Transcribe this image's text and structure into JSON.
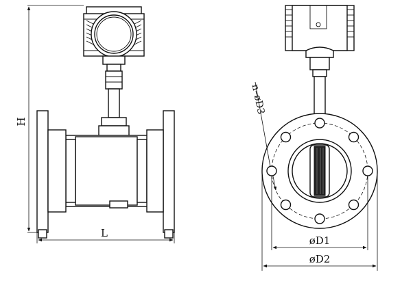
{
  "dimensions": {
    "height_label": "H",
    "length_label": "L",
    "bolt_holes_label": "n–øD3",
    "bolt_circle_label": "øD1",
    "flange_diameter_label": "øD2"
  }
}
